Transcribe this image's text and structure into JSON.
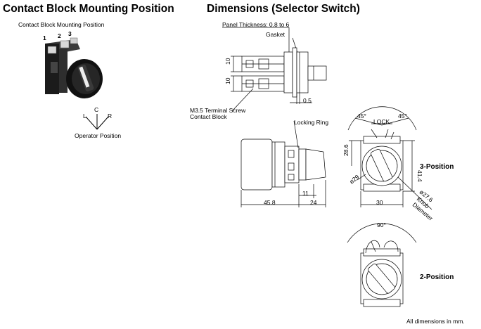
{
  "left": {
    "heading": "Contact Block Mounting Position",
    "subheading": "Contact Block Mounting Position",
    "positions": [
      "1",
      "2",
      "3"
    ],
    "operator_letters": {
      "left": "L",
      "center": "C",
      "right": "R"
    },
    "operator_caption": "Operator Position"
  },
  "right": {
    "heading": "Dimensions (Selector Switch)",
    "side_view": {
      "panel_thickness": "Panel Thickness: 0.8 to 6",
      "gasket": "Gasket",
      "dim_10_top": "10",
      "dim_10_bottom": "10",
      "dim_0_5": "0.5",
      "terminal_screw": "M3.5 Terminal Screw",
      "contact_block": "Contact Block"
    },
    "body_view": {
      "locking_ring": "Locking Ring",
      "dim_11": "11",
      "dim_45_8": "45.8",
      "dim_24": "24"
    },
    "front_view_3pos": {
      "angle_left": "45°",
      "angle_right": "45°",
      "lock": "LOCK",
      "dim_28_6": "28.6",
      "dim_41_4": "41.4",
      "dim_29": "ø29",
      "dim_27_6": "ø27.6",
      "knob": "Knob",
      "diameter": "Diameter",
      "dim_30": "30",
      "label": "3-Position"
    },
    "front_view_2pos": {
      "angle": "90°",
      "label": "2-Position"
    },
    "footnote": "All dimensions in mm."
  }
}
